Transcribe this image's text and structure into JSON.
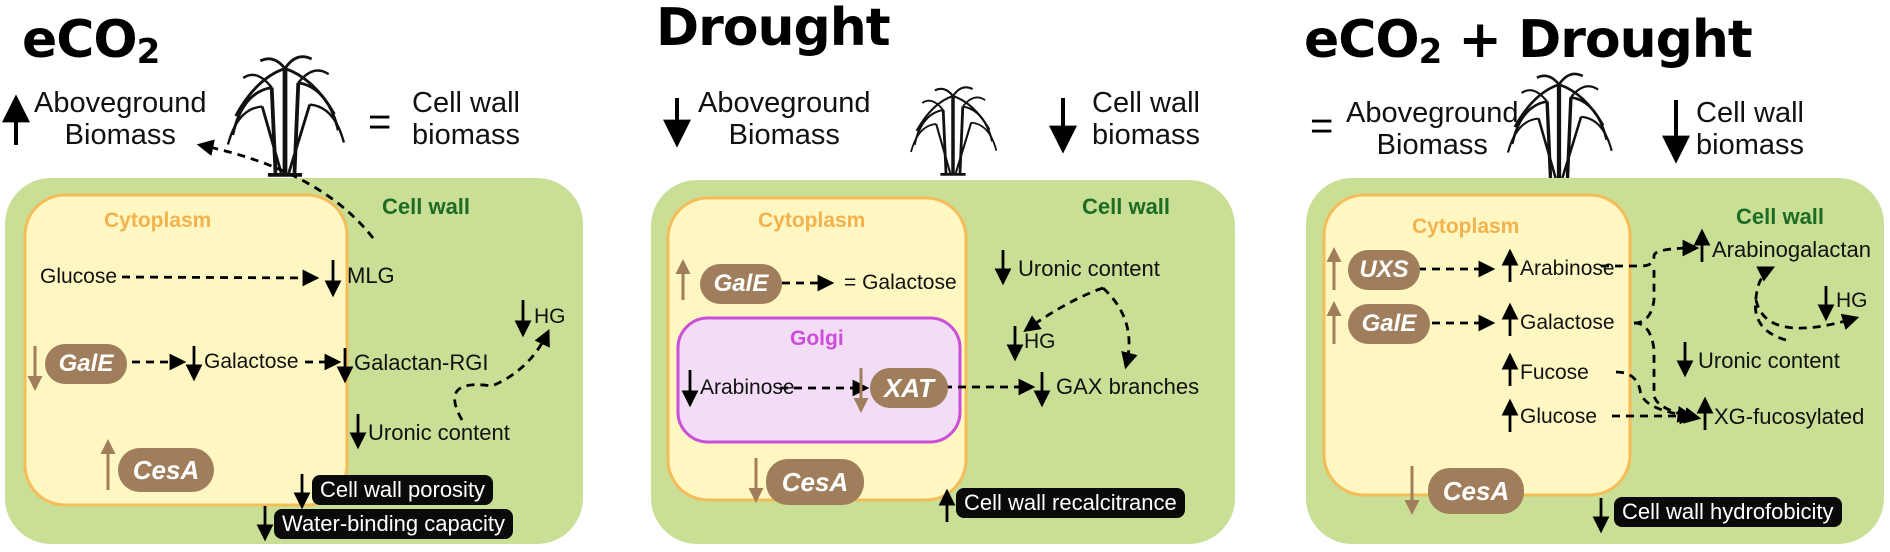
{
  "colors": {
    "cell_wall_fill": "#c9df96",
    "cytoplasm_fill": "#fff7c2",
    "cytoplasm_border": "#f5bd59",
    "golgi_fill": "#f3dcf6",
    "golgi_border": "#c94fd8",
    "gene_fill": "#a07e5b",
    "brown_arrow": "#a07e5b",
    "cell_wall_label": "#1e6b23",
    "callout_fill": "#0a0a0a"
  },
  "icons": {
    "plant": "sugarcane-plant-silhouette",
    "up": "up-arrow-icon",
    "down": "down-arrow-icon"
  },
  "panels": [
    {
      "title": "eCO",
      "title_sub": "2",
      "title_suffix": "",
      "above_symbol": "↑",
      "above_label": "Aboveground\nBiomass",
      "wall_symbol": "=",
      "wall_label": "Cell wall\nbiomass",
      "cell_wall": "Cell wall",
      "cytoplasm": "Cytoplasm",
      "genes": [
        "GalE",
        "CesA"
      ],
      "labels": [
        "Glucose",
        "MLG",
        "Galactose",
        "Galactan-RGI",
        "HG",
        "Uronic content"
      ],
      "callouts": [
        "Cell wall porosity",
        "Water-binding capacity"
      ]
    },
    {
      "title": "Drought",
      "above_symbol": "↓",
      "above_label": "Aboveground\nBiomass",
      "wall_symbol": "↓",
      "wall_label": "Cell wall\nbiomass",
      "cell_wall": "Cell wall",
      "cytoplasm": "Cytoplasm",
      "golgi": "Golgi",
      "genes": [
        "GalE",
        "XAT",
        "CesA"
      ],
      "labels": [
        "= Galactose",
        "Uronic content",
        "HG",
        "Arabinose",
        "GAX branches"
      ],
      "callouts": [
        "Cell wall recalcitrance"
      ]
    },
    {
      "title": "eCO",
      "title_sub": "2",
      "title_suffix": " + Drought",
      "above_symbol": "=",
      "above_label": "Aboveground\nBiomass",
      "wall_symbol": "↓",
      "wall_label": "Cell wall\nbiomass",
      "cell_wall": "Cell wall",
      "cytoplasm": "Cytoplasm",
      "genes": [
        "UXS",
        "GalE",
        "CesA"
      ],
      "labels": [
        "Arabinose",
        "Galactose",
        "Fucose",
        "Glucose",
        "Arabinogalactan",
        "HG",
        "Uronic content",
        "XG-fucosylated"
      ],
      "callouts": [
        "Cell wall hydrofobicity"
      ]
    }
  ]
}
